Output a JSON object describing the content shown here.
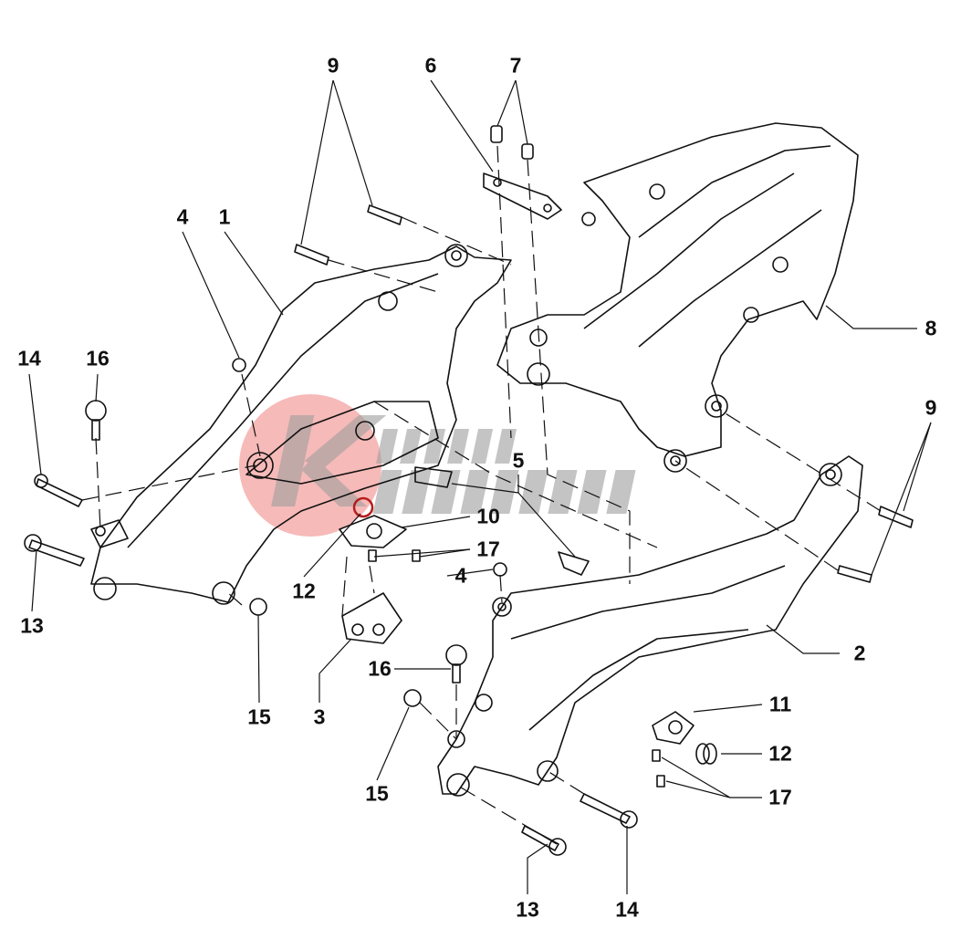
{
  "diagram": {
    "title": "Frame parts exploded view",
    "watermark": "KREJBICH MECCANICA",
    "watermark_color": "#e53935",
    "callouts": [
      {
        "id": "c1",
        "label": "9"
      },
      {
        "id": "c2",
        "label": "6"
      },
      {
        "id": "c3",
        "label": "7"
      },
      {
        "id": "c4",
        "label": "4"
      },
      {
        "id": "c5",
        "label": "1"
      },
      {
        "id": "c6",
        "label": "14"
      },
      {
        "id": "c7",
        "label": "16"
      },
      {
        "id": "c8",
        "label": "8"
      },
      {
        "id": "c9",
        "label": "9"
      },
      {
        "id": "c10",
        "label": "5"
      },
      {
        "id": "c11",
        "label": "10"
      },
      {
        "id": "c12",
        "label": "17"
      },
      {
        "id": "c13",
        "label": "4"
      },
      {
        "id": "c14",
        "label": "12"
      },
      {
        "id": "c15",
        "label": "13"
      },
      {
        "id": "c16",
        "label": "15"
      },
      {
        "id": "c17",
        "label": "3"
      },
      {
        "id": "c18",
        "label": "16"
      },
      {
        "id": "c19",
        "label": "2"
      },
      {
        "id": "c20",
        "label": "11"
      },
      {
        "id": "c21",
        "label": "12"
      },
      {
        "id": "c22",
        "label": "17"
      },
      {
        "id": "c23",
        "label": "15"
      },
      {
        "id": "c24",
        "label": "13"
      },
      {
        "id": "c25",
        "label": "14"
      }
    ]
  }
}
